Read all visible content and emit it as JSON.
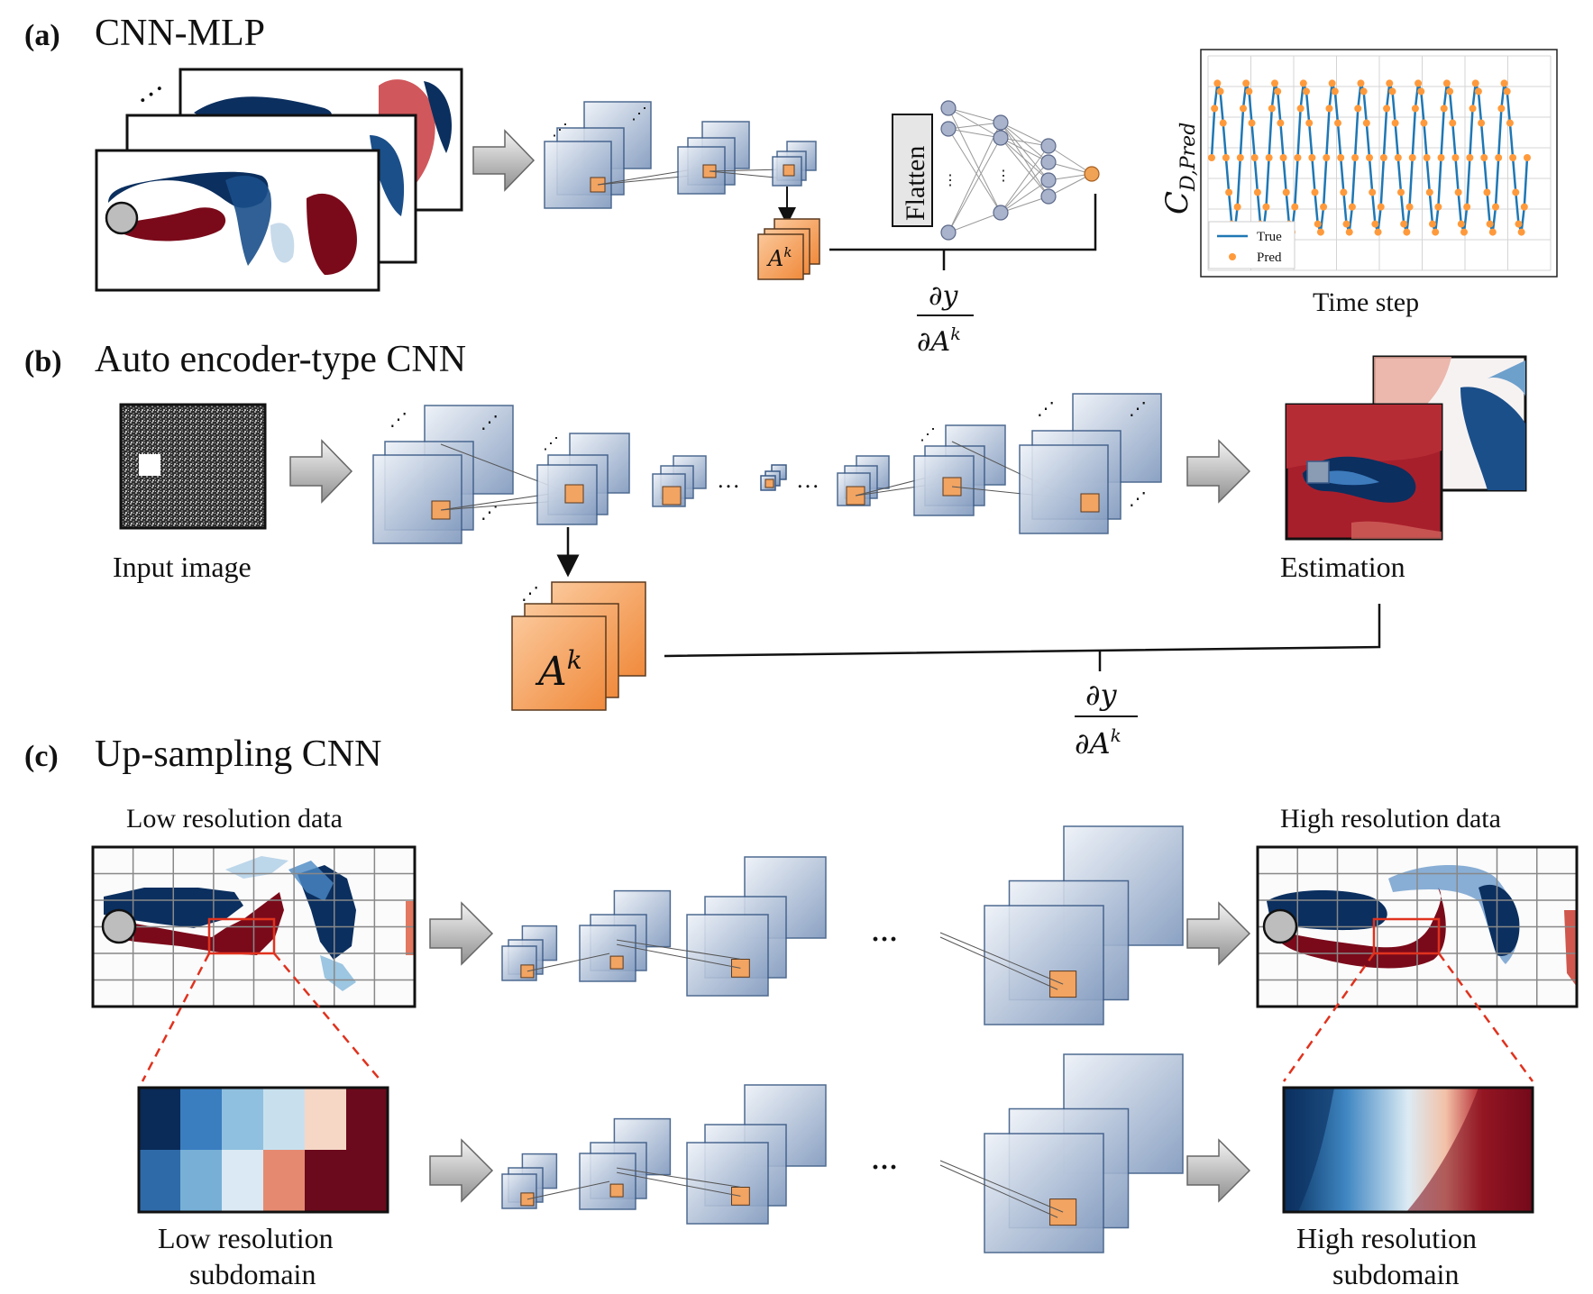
{
  "panels": {
    "a": {
      "tag": "(a)",
      "title": "CNN-MLP"
    },
    "b": {
      "tag": "(b)",
      "title": "Auto encoder-type CNN"
    },
    "c": {
      "tag": "(c)",
      "title": "Up-sampling CNN"
    }
  },
  "labels": {
    "flatten": "Flatten",
    "activation_map": "A",
    "activation_sup": "k",
    "grad_num": "∂y",
    "grad_den": "∂A",
    "input_image": "Input image",
    "estimation": "Estimation",
    "low_res_data": "Low resolution data",
    "high_res_data": "High resolution data",
    "low_res_sub_1": "Low resolution",
    "low_res_sub_2": "subdomain",
    "high_res_sub_1": "High resolution",
    "high_res_sub_2": "subdomain",
    "ellipsis": "…",
    "dots": "···"
  },
  "inset_chart": {
    "ylabel_main": "C",
    "ylabel_sub": "D,Pred",
    "xlabel": "Time step",
    "legend": [
      "True",
      "Pred"
    ],
    "colors": {
      "true": "#1f77b4",
      "pred": "#ff9a3c"
    }
  },
  "colors": {
    "flow_red": "#7a0a1a",
    "flow_blue": "#0b2f5f",
    "layer_fill": "#aebdd3",
    "layer_stroke": "#3b5a86",
    "act_fill": "#f2a462",
    "act_stroke": "#5a3a20",
    "node_fill": "#a9b4cc",
    "output_node": "#f0a255"
  },
  "lowres_subdomain_cells": [
    [
      "#0a2a57",
      "#3a7ec0",
      "#8fc0df",
      "#c8e0ee",
      "#f6d7c6",
      "#6b0a1c"
    ],
    [
      "#2f6aa8",
      "#77afd6",
      "#dae9f3",
      "#e58a70",
      "#6b0a1c",
      "#6b0a1c"
    ]
  ]
}
